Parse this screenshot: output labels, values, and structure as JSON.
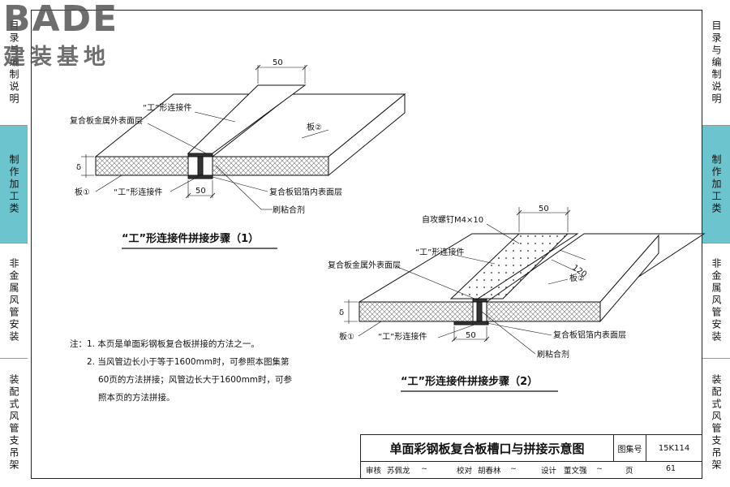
{
  "logo": {
    "en": "BADE",
    "cn": "建装基地"
  },
  "left_sidebar": [
    {
      "label": "目录与编制说明",
      "active": false
    },
    {
      "label": "制作加工类",
      "active": true
    },
    {
      "label": "非金属风管安装",
      "active": false
    },
    {
      "label": "装配式风管支吊架",
      "active": false
    }
  ],
  "right_sidebar": [
    {
      "label": "目录与编制说明",
      "active": false
    },
    {
      "label": "制作加工类",
      "active": true
    },
    {
      "label": "非金属风管安装",
      "active": false
    },
    {
      "label": "装配式风管支吊架",
      "active": false
    }
  ],
  "figure1": {
    "dim_top": "50",
    "dim_bottom": "50",
    "delta": "δ",
    "label_connector_top": "“工”形连接件",
    "label_outer_layer": "复合板金属外表面层",
    "label_board2": "板②",
    "label_board1": "板①",
    "label_connector_bottom": "“工”形连接件",
    "label_inner_layer": "复合板铝箔内表面层",
    "label_adhesive": "刷粘合剂",
    "caption": "“工”形连接件拼接步骤（1）"
  },
  "figure2": {
    "dim_top": "50",
    "dim_bottom": "50",
    "dim_120": "120",
    "delta": "δ",
    "label_screw": "自攻螺钉M4×10",
    "label_connector_top": "“工”形连接件",
    "label_outer_layer": "复合板金属外表面层",
    "label_board2": "板②",
    "label_board1": "板①",
    "label_connector_bottom": "“工”形连接件",
    "label_inner_layer": "复合板铝箔内表面层",
    "label_adhesive": "刷粘合剂",
    "caption": "“工”形连接件拼接步骤（2）"
  },
  "notes": {
    "prefix": "注：",
    "n1": "1. 本页是单面彩钢板复合板拼接的方法之一。",
    "n2a": "2. 当风管边长小于等于1600mm时，可参照本图集第",
    "n2b": "60页的方法拼接；风管边长大于1600mm时，可参",
    "n2c": "照本页的方法拼接。"
  },
  "title_block": {
    "title": "单面彩钢板复合板槽口与拼接示意图",
    "atlas_label": "图集号",
    "atlas_value": "15K114",
    "review_label": "审核",
    "review_name": "苏佩龙",
    "check_label": "校对",
    "check_name": "胡春林",
    "design_label": "设计",
    "design_name": "董文强",
    "page_label": "页",
    "page_value": "61"
  }
}
